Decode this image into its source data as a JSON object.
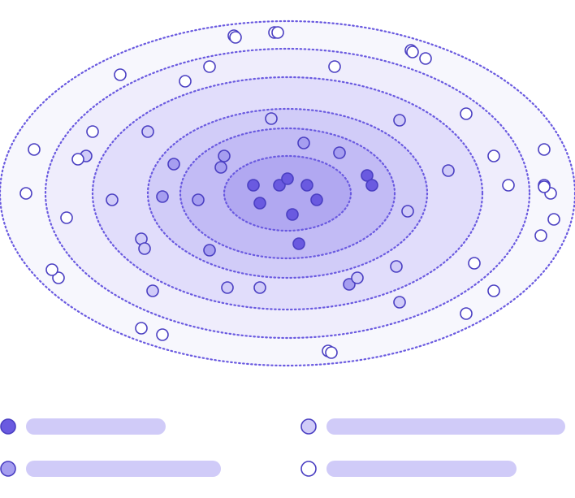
{
  "diagram": {
    "type": "concentric-ellipse-dot-diagram",
    "colors": {
      "ring_stroke": "#6a5ae0",
      "dot_stroke": "#4a3fc2",
      "ring_fills": [
        "#f7f7fd",
        "#efedfc",
        "#e1ddfb",
        "#d1ccf8",
        "#c2bbf5",
        "#b1a8f1"
      ],
      "dot_solid": "#6a5ae0",
      "dot_medium": "#a69ef0",
      "dot_light": "#d0cbf8",
      "dot_empty": "#ffffff",
      "legend_bar": "#d0cbf8"
    },
    "rings": 6,
    "dot_groups": [
      {
        "level": "solid",
        "count": 10
      },
      {
        "level": "medium",
        "count": 9
      },
      {
        "level": "light",
        "count": 15
      },
      {
        "level": "empty",
        "count": 34
      }
    ]
  },
  "legend": {
    "items": [
      {
        "marker": "solid",
        "label": ""
      },
      {
        "marker": "light",
        "label": ""
      },
      {
        "marker": "medium",
        "label": ""
      },
      {
        "marker": "empty",
        "label": ""
      }
    ]
  }
}
